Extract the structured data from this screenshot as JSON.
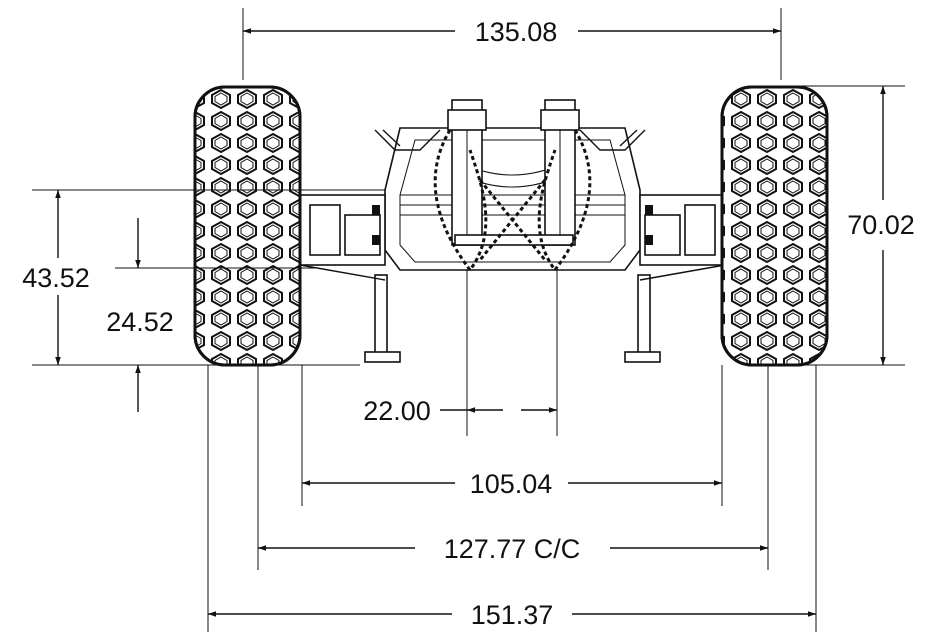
{
  "dimensions": {
    "overall_top": "135.08",
    "tire_height": "70.02",
    "frame_height": "43.52",
    "ground_clearance": "24.52",
    "hitch_spacing": "22.00",
    "inner_tire_spacing": "105.04",
    "center_to_center": "127.77 C/C",
    "overall_width": "151.37"
  }
}
